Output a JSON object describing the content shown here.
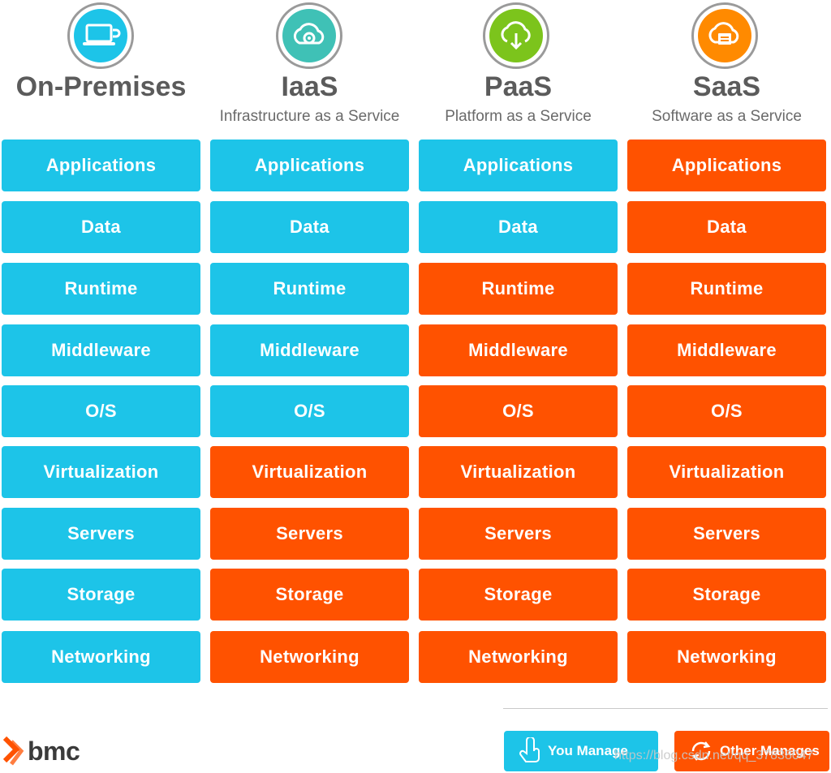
{
  "columns": [
    {
      "title": "On-Premises",
      "subtitle": "",
      "icon": "laptop-icon",
      "icon_color": "#1dc4e8"
    },
    {
      "title": "IaaS",
      "subtitle": "Infrastructure as a Service",
      "icon": "cloud-gear-icon",
      "icon_color": "#3fc1b6"
    },
    {
      "title": "PaaS",
      "subtitle": "Platform as a Service",
      "icon": "cloud-download-icon",
      "icon_color": "#7cc41c"
    },
    {
      "title": "SaaS",
      "subtitle": "Software as a Service",
      "icon": "cloud-app-icon",
      "icon_color": "#ff8a00"
    }
  ],
  "layers": [
    "Applications",
    "Data",
    "Runtime",
    "Middleware",
    "O/S",
    "Virtualization",
    "Servers",
    "Storage",
    "Networking"
  ],
  "managed_by": [
    [
      "you",
      "you",
      "you",
      "you",
      "you",
      "you",
      "you",
      "you",
      "you"
    ],
    [
      "you",
      "you",
      "you",
      "you",
      "you",
      "other",
      "other",
      "other",
      "other"
    ],
    [
      "you",
      "you",
      "other",
      "other",
      "other",
      "other",
      "other",
      "other",
      "other"
    ],
    [
      "other",
      "other",
      "other",
      "other",
      "other",
      "other",
      "other",
      "other",
      "other"
    ]
  ],
  "colors": {
    "you_manage": "#1dc4e8",
    "other_manages": "#ff5200"
  },
  "legend": {
    "you_manage": "You Manage",
    "other_manages": "Other Manages"
  },
  "brand": {
    "name": "bmc"
  },
  "watermark": "https://blog.csdn.net/qq_37838047"
}
